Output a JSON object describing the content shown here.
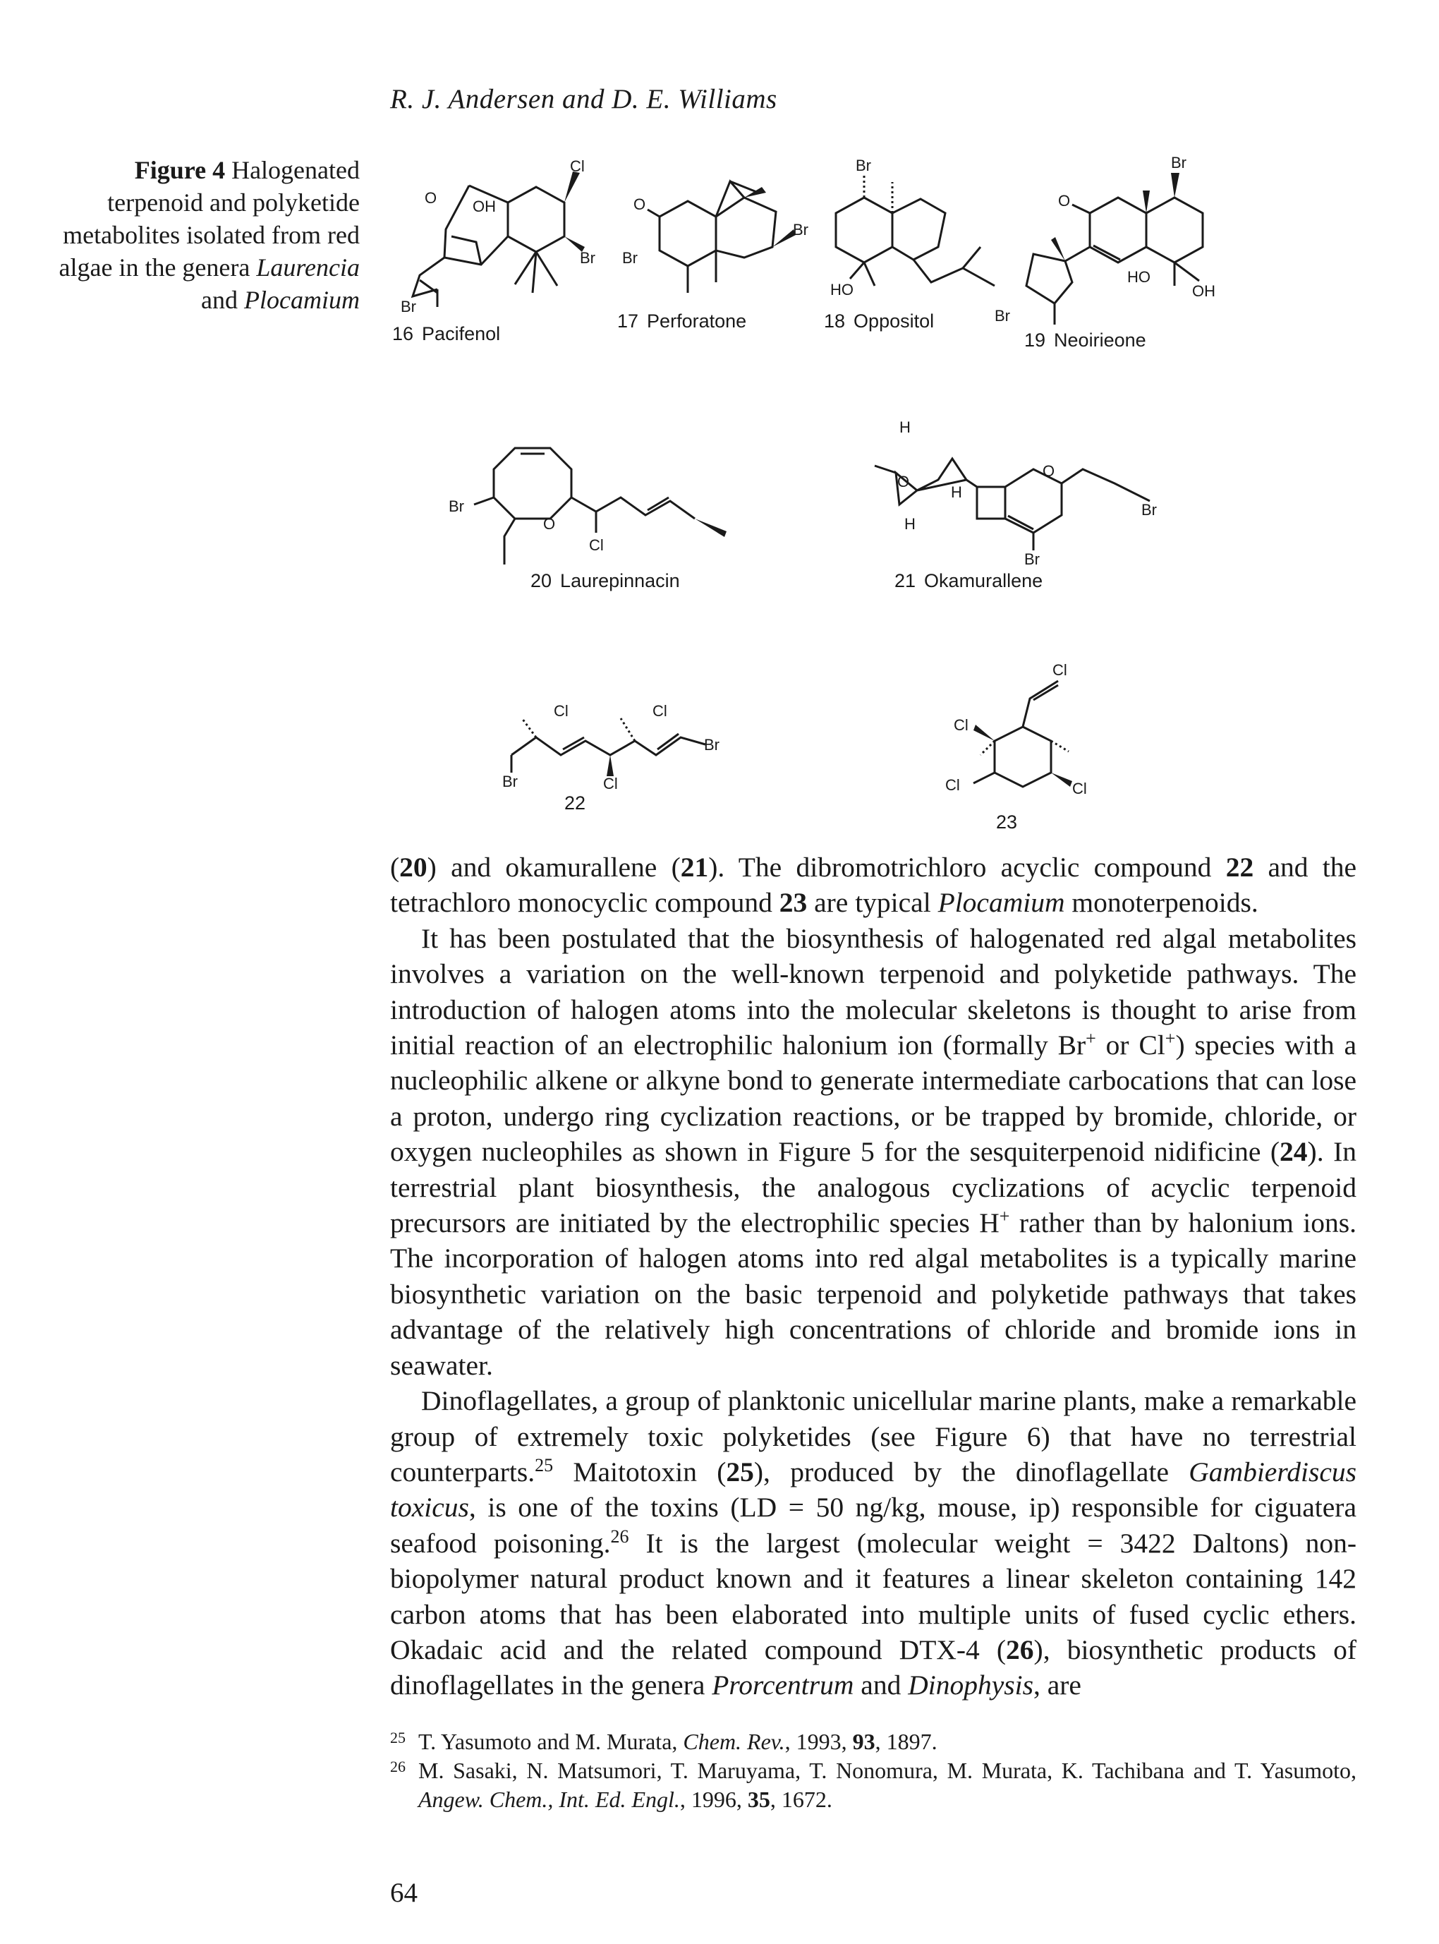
{
  "header": {
    "running_head": "R. J. Andersen and D. E. Williams"
  },
  "figure": {
    "caption_label": "Figure 4",
    "caption_text_1": " Halogenated terpenoid and polyketide metabolites isolated from red algae in the genera ",
    "caption_genus_1": "Laurencia",
    "caption_and": " and ",
    "caption_genus_2": "Plocamium",
    "compounds": [
      {
        "num": "16",
        "name": "Pacifenol"
      },
      {
        "num": "17",
        "name": "Perforatone"
      },
      {
        "num": "18",
        "name": "Oppositol"
      },
      {
        "num": "19",
        "name": "Neoirieone"
      },
      {
        "num": "20",
        "name": "Laurepinnacin"
      },
      {
        "num": "21",
        "name": "Okamurallene"
      },
      {
        "num": "22",
        "name": ""
      },
      {
        "num": "23",
        "name": ""
      }
    ],
    "atoms": {
      "cl": "Cl",
      "br": "Br",
      "o": "O",
      "oh": "OH",
      "ho": "HO",
      "h": "H"
    }
  },
  "body": {
    "p1": {
      "a": "(",
      "b": "20",
      "c": ") and okamurallene (",
      "d": "21",
      "e": "). The dibromotrichloro acyclic compound ",
      "f": "22",
      "g": " and the tetrachloro monocyclic compound ",
      "h": "23",
      "i": " are typical ",
      "j": "Plocamium",
      "k": " monoterpenoids."
    },
    "p2": {
      "a": "It has been postulated that the biosynthesis of halogenated red algal metabolites involves a variation on the well-known terpenoid and polyketide pathways. The introduction of halogen atoms into the molecular skeletons is thought to arise from initial reaction of an electrophilic halonium ion (formally Br",
      "sup1": "+",
      "b": " or Cl",
      "sup2": "+",
      "c": ") species with a nucleophilic alkene or alkyne bond to generate intermediate carbocations that can lose a proton, undergo ring cyclization reactions, or be trapped by bromide, chloride, or oxygen nucleophiles as shown in Figure 5 for the sesquiterpenoid nidificine (",
      "d": "24",
      "e": "). In terrestrial plant biosynthesis, the analogous cyclizations of acyclic terpenoid precursors are initiated by the electrophilic species H",
      "sup3": "+",
      "f": " rather than by halonium ions. The incorporation of halogen atoms into red algal metabolites is a typically marine biosynthetic variation on the basic terpenoid and polyketide pathways that takes advantage of the relatively high concentrations of chloride and bromide ions in seawater."
    },
    "p3": {
      "a": "Dinoflagellates, a group of planktonic unicellular marine plants, make a remarkable group of extremely toxic polyketides (see Figure 6) that have no terrestrial counterparts.",
      "sup1": "25",
      "b": " Maitotoxin (",
      "c": "25",
      "d": "), produced by the dinoflagellate ",
      "e": "Gambierdiscus toxicus",
      "f": ", is one of the toxins (LD = 50 ng/kg, mouse, ip) responsible for ciguatera seafood poisoning.",
      "sup2": "26",
      "g": " It is the largest (molecular weight = 3422 Daltons) non-biopolymer natural product known and it features a linear skeleton containing 142 carbon atoms that has been elaborated into multiple units of fused cyclic ethers. Okadaic acid and the related compound DTX-4 (",
      "h": "26",
      "i": "), biosynthetic products of dinoflagellates in the genera ",
      "j": "Prorcentrum",
      "k": " and ",
      "l": "Dinophysis",
      "m": ", are"
    }
  },
  "footnotes": [
    {
      "num": "25",
      "a": "T. Yasumoto and M. Murata, ",
      "journal": "Chem. Rev.",
      "b": ", 1993, ",
      "vol": "93",
      "c": ", 1897."
    },
    {
      "num": "26",
      "a": "M. Sasaki, N. Matsumori, T. Maruyama, T. Nonomura, M. Murata, K. Tachibana and T. Yasumoto, ",
      "journal": "Angew. Chem., Int. Ed. Engl.",
      "b": ", 1996, ",
      "vol": "35",
      "c": ", 1672."
    }
  ],
  "page_number": "64"
}
